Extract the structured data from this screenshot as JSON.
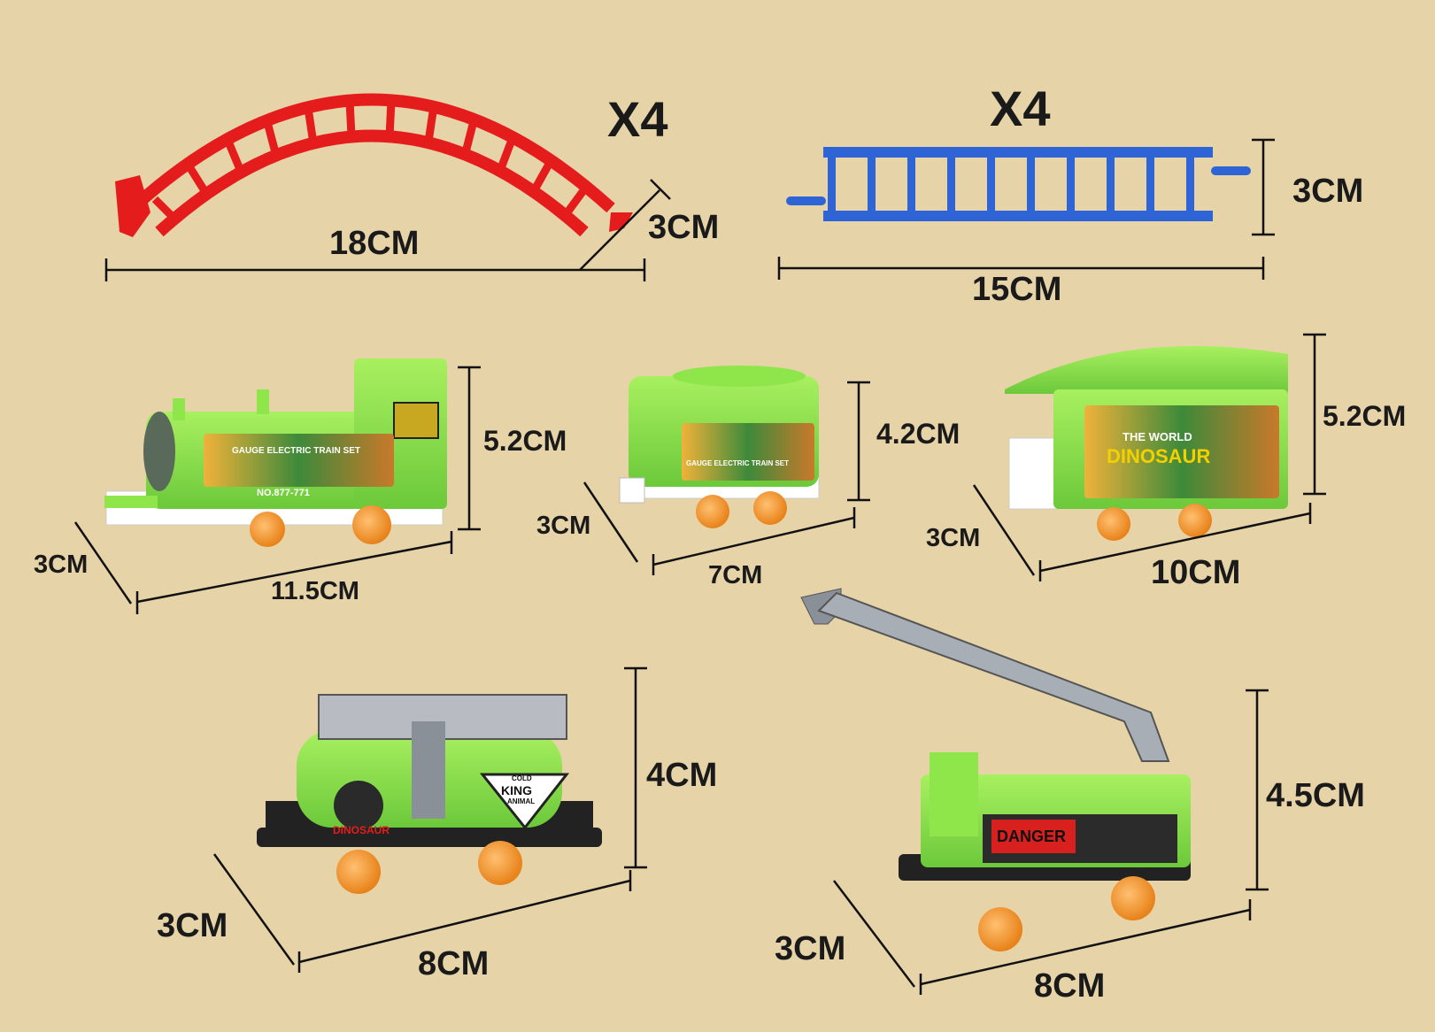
{
  "colors": {
    "background": "#e6d3a7",
    "curved_track": "#f21f1f",
    "straight_track": "#2f64d6",
    "car_green": "#8fe64a",
    "wheel_orange": "#f7952a",
    "crane_gray": "#9aa0a8"
  },
  "curved_track": {
    "quantity": "X4",
    "length": "18CM",
    "width": "3CM"
  },
  "straight_track": {
    "quantity": "X4",
    "length": "15CM",
    "width": "3CM"
  },
  "locomotive": {
    "height": "5.2CM",
    "depth": "3CM",
    "length": "11.5CM",
    "sticker_text": "GAUGE ELECTRIC TRAIN SET",
    "number_plate": "NO.877-771"
  },
  "tender": {
    "height": "4.2CM",
    "depth": "3CM",
    "length": "7CM",
    "sticker_text": "GAUGE ELECTRIC TRAIN SET"
  },
  "passenger_car": {
    "height": "5.2CM",
    "depth": "3CM",
    "length": "10CM",
    "sticker_line1": "THE WORLD",
    "sticker_line2": "DINOSAUR"
  },
  "tank_car": {
    "height": "4CM",
    "depth": "3CM",
    "length": "8CM",
    "badge_line1": "COLD",
    "badge_line2": "KING",
    "badge_line3": "ANIMAL",
    "logo_text": "DINOSAUR"
  },
  "crane_car": {
    "height": "4.5CM",
    "depth": "3CM",
    "length": "8CM",
    "warning_text": "DANGER"
  }
}
